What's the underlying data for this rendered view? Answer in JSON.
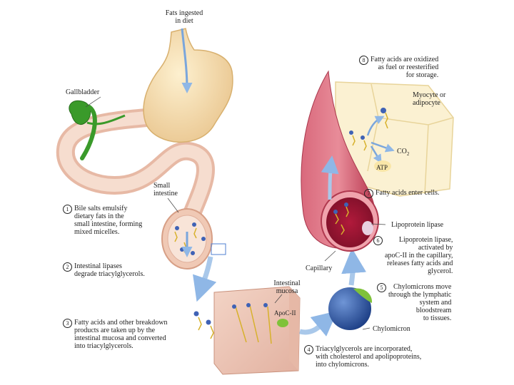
{
  "labels": {
    "fats_ingested": "Fats ingested\nin diet",
    "gallbladder": "Gallbladder",
    "small_intestine": "Small\nintestine",
    "intestinal_mucosa": "Intestinal\nmucosa",
    "apoc_ii": "ApoC-II",
    "myocyte": "Myocyte or\nadipocyte",
    "co2": "CO",
    "co2_sub": "2",
    "atp": "ATP",
    "lipoprotein_lipase": "Lipoprotein lipase",
    "capillary": "Capillary",
    "chylomicron": "Chylomicron"
  },
  "steps": [
    {
      "num": "1",
      "text": "Bile salts emulsify\ndietary fats in the\nsmall intestine, forming\nmixed micelles."
    },
    {
      "num": "2",
      "text": "Intestinal lipases\ndegrade triacylglycerols."
    },
    {
      "num": "3",
      "text": "Fatty acids and other breakdown\nproducts are taken up by the\nintestinal mucosa and converted\ninto triacylglycerols."
    },
    {
      "num": "4",
      "text": "Triacylglycerols are incorporated,\nwith cholesterol and apolipoproteins,\ninto chylomicrons."
    },
    {
      "num": "5",
      "text": "Chylomicrons move\nthrough the lymphatic\nsystem and\nbloodstream\nto tissues."
    },
    {
      "num": "6",
      "text": "Lipoprotein lipase,\nactivated by\napoC-II in the capillary,\nreleases fatty acids and\nglycerol."
    },
    {
      "num": "7",
      "text": "Fatty acids enter cells."
    },
    {
      "num": "8",
      "text": "Fatty acids are oxidized\nas fuel or reesterified\nfor storage."
    }
  ],
  "colors": {
    "stomach": "#f6dca6",
    "intestine": "#f3d2c0",
    "gallbladder": "#3a9a2a",
    "arrow": "#a9c8ea",
    "capillary": "#c0455c",
    "chylomicron": "#2c5aa8",
    "cell_bg": "#fbf1d2"
  }
}
